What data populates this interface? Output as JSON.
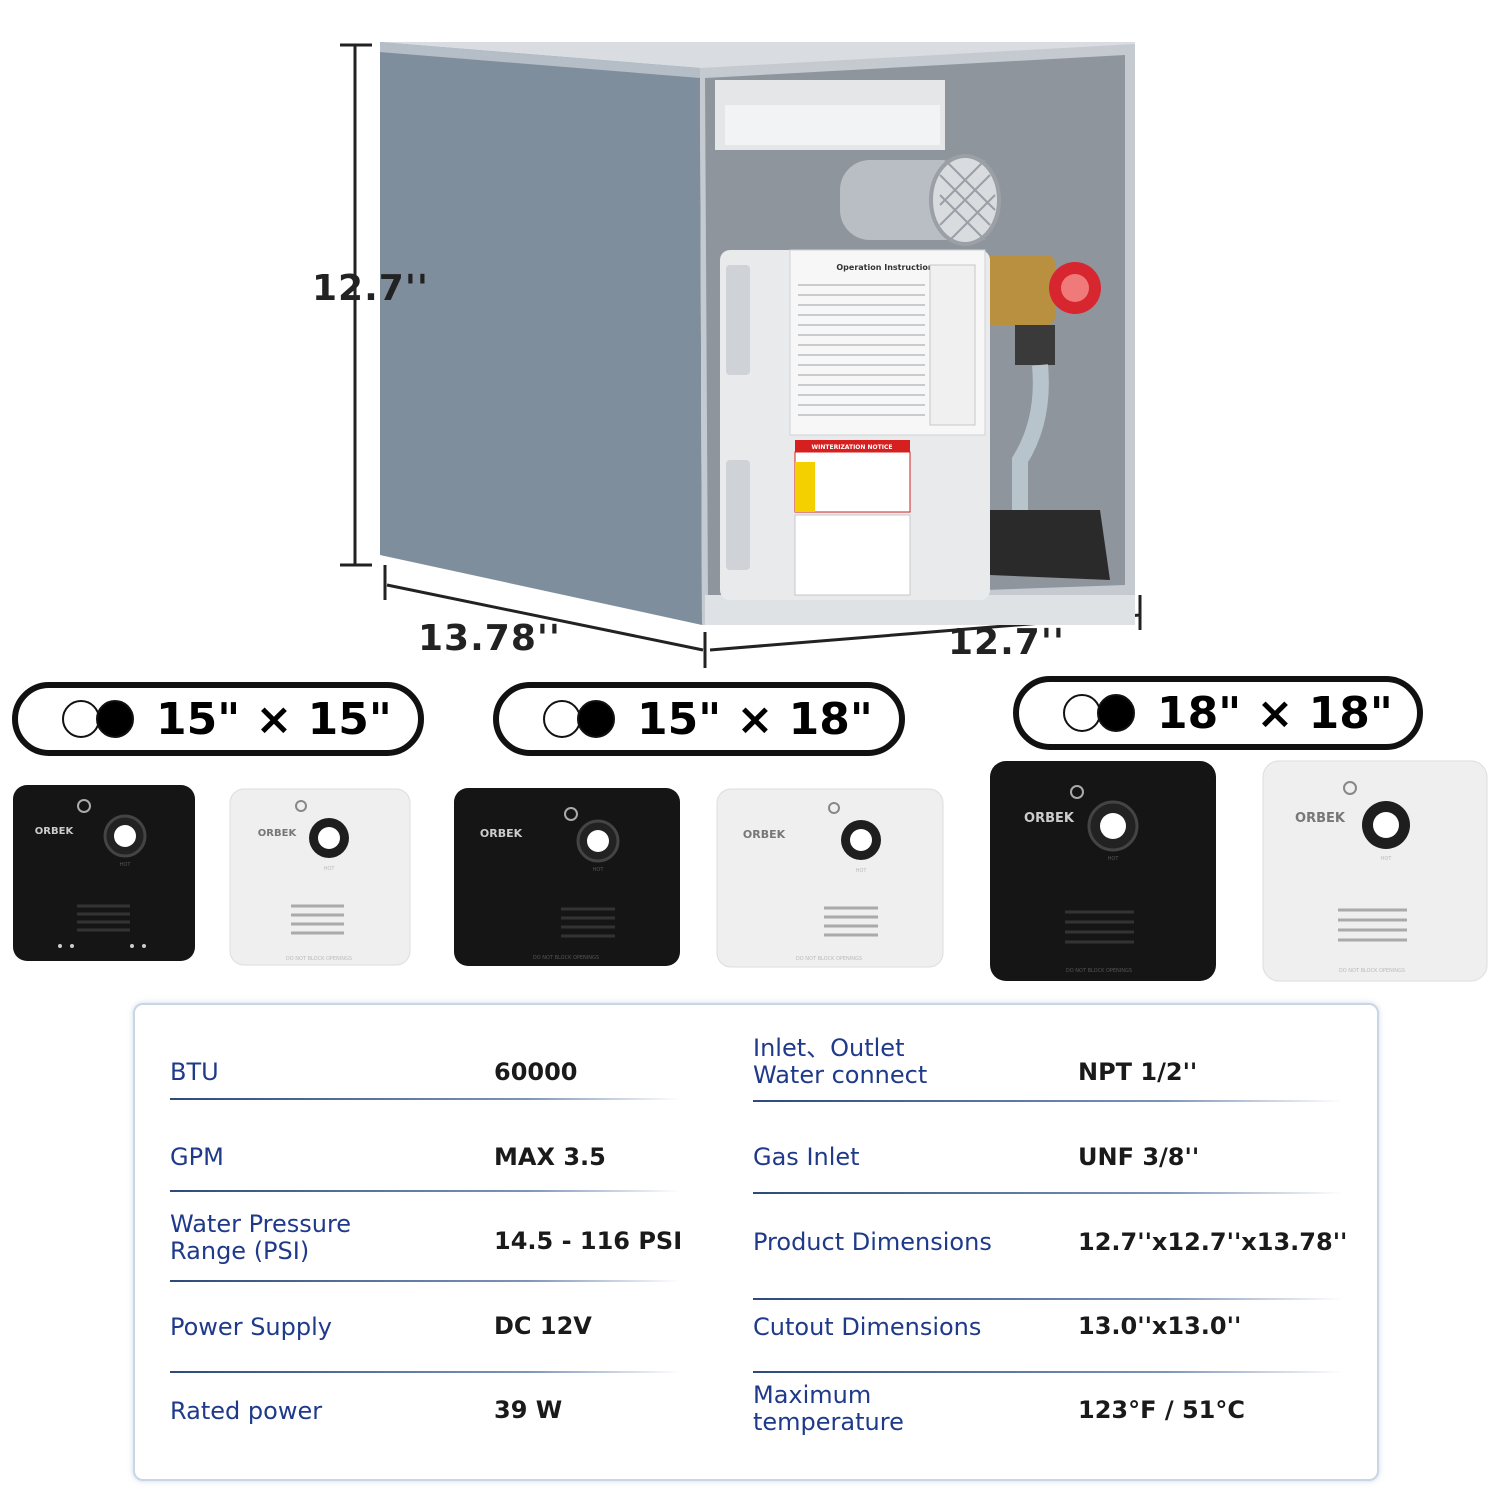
{
  "product": {
    "dimensions": {
      "height": "12.7''",
      "depth": "13.78''",
      "width": "12.7''"
    },
    "panel_title": "Operation Instruction",
    "winterization_title": "WINTERIZATION NOTICE"
  },
  "sizes": [
    {
      "label": "15\" × 15\""
    },
    {
      "label": "15\" × 18\""
    },
    {
      "label": "18\" × 18\""
    }
  ],
  "doors": {
    "brand": "ORBEK",
    "hot_label": "HOT",
    "warning_text": "DO NOT BLOCK OPENINGS",
    "colors": {
      "black": "#151515",
      "white": "#efefef"
    }
  },
  "specs": {
    "left": [
      {
        "label": "BTU",
        "value": "60000"
      },
      {
        "label": "GPM",
        "value": "MAX 3.5"
      },
      {
        "label": "Water Pressure\nRange (PSI)",
        "value": "14.5 - 116 PSI"
      },
      {
        "label": "Power Supply",
        "value": "DC 12V"
      },
      {
        "label": "Rated power",
        "value": "39 W"
      }
    ],
    "right": [
      {
        "label": "Inlet、Outlet\nWater connect",
        "value": "NPT 1/2''"
      },
      {
        "label": "Gas Inlet",
        "value": "UNF 3/8''"
      },
      {
        "label": "Product Dimensions",
        "value": "12.7''x12.7''x13.78''"
      },
      {
        "label": "Cutout Dimensions",
        "value": "13.0''x13.0''"
      },
      {
        "label": "Maximum\ntemperature",
        "value": "123°F / 51°C"
      }
    ],
    "colors": {
      "label": "#1f3a8a",
      "value": "#1a1a1a",
      "accent": "#2d4a7a"
    }
  }
}
